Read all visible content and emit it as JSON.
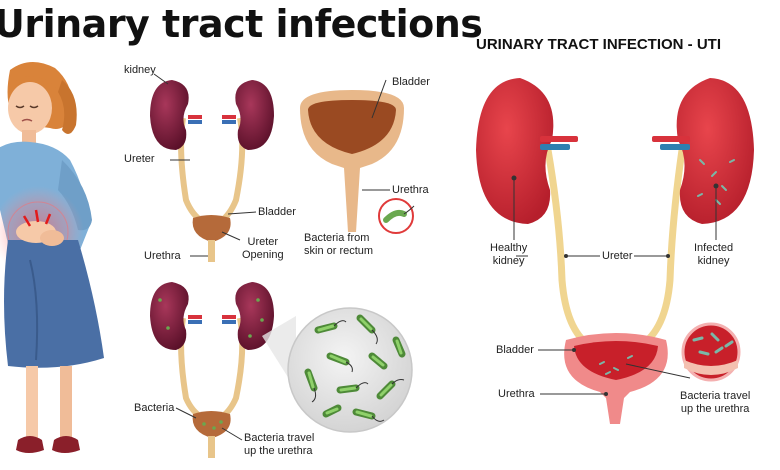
{
  "left": {
    "title": "Urinary tract infections",
    "labels": {
      "kidney": "kidney",
      "ureter": "Ureter",
      "bladder": "Bladder",
      "urethra": "Urethra",
      "ureter_opening_1": "Ureter",
      "ureter_opening_2": "Opening",
      "bladder_zoom": "Bladder",
      "urethra_zoom": "Urethra",
      "bacteria_from_1": "Bacteria from",
      "bacteria_from_2": "skin or rectum",
      "bacteria": "Bacteria",
      "travel_1": "Bacteria travel",
      "travel_2": "up the urethra"
    }
  },
  "right": {
    "title": "URINARY TRACT INFECTION - UTI",
    "labels": {
      "healthy_1": "Healthy",
      "healthy_2": "kidney",
      "ureter": "Ureter",
      "infected_1": "Infected",
      "infected_2": "kidney",
      "bladder": "Bladder",
      "urethra": "Urethra",
      "travel_1": "Bacteria travel",
      "travel_2": "up the urethra"
    }
  },
  "colors": {
    "kidney_dark": "#7a1f3d",
    "kidney_red": "#d8323c",
    "ureter_yellow": "#f5d98c",
    "bladder_brown": "#b56a3a",
    "bacteria_green": "#6aa84f",
    "dress_blue": "#4a6fa5",
    "shirt_blue": "#7fb0d8",
    "hair": "#d9833a"
  }
}
